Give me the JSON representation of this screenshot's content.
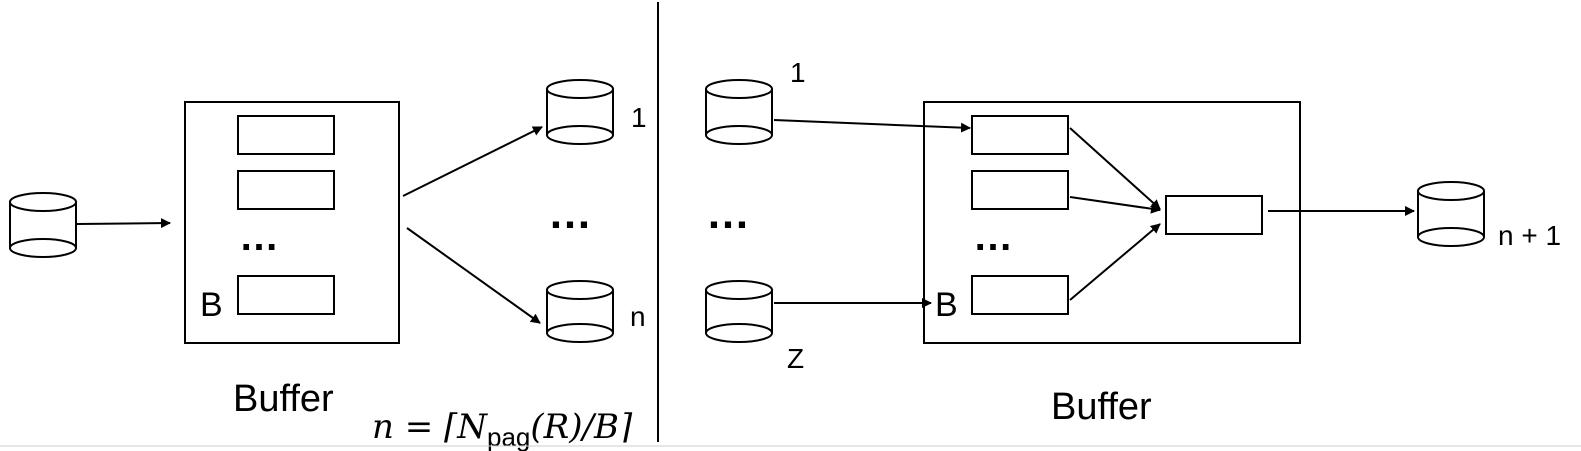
{
  "left": {
    "buffer_caption": "Buffer",
    "buffer_row_label": "B",
    "buffer_dots": "…",
    "output_dots": "…",
    "output_first_label": "1",
    "output_last_label": "n",
    "formula": {
      "lhs": "n = ⌈N",
      "subscript": "pag",
      "rhs": "(R)/B⌉"
    }
  },
  "right": {
    "input_first_label": "1",
    "input_last_label": "Z",
    "input_dots": "…",
    "buffer_row_label": "B",
    "buffer_dots": "…",
    "output_label": "n + 1",
    "buffer_caption": "Buffer"
  },
  "colors": {
    "stroke": "#000000",
    "background": "#ffffff"
  }
}
